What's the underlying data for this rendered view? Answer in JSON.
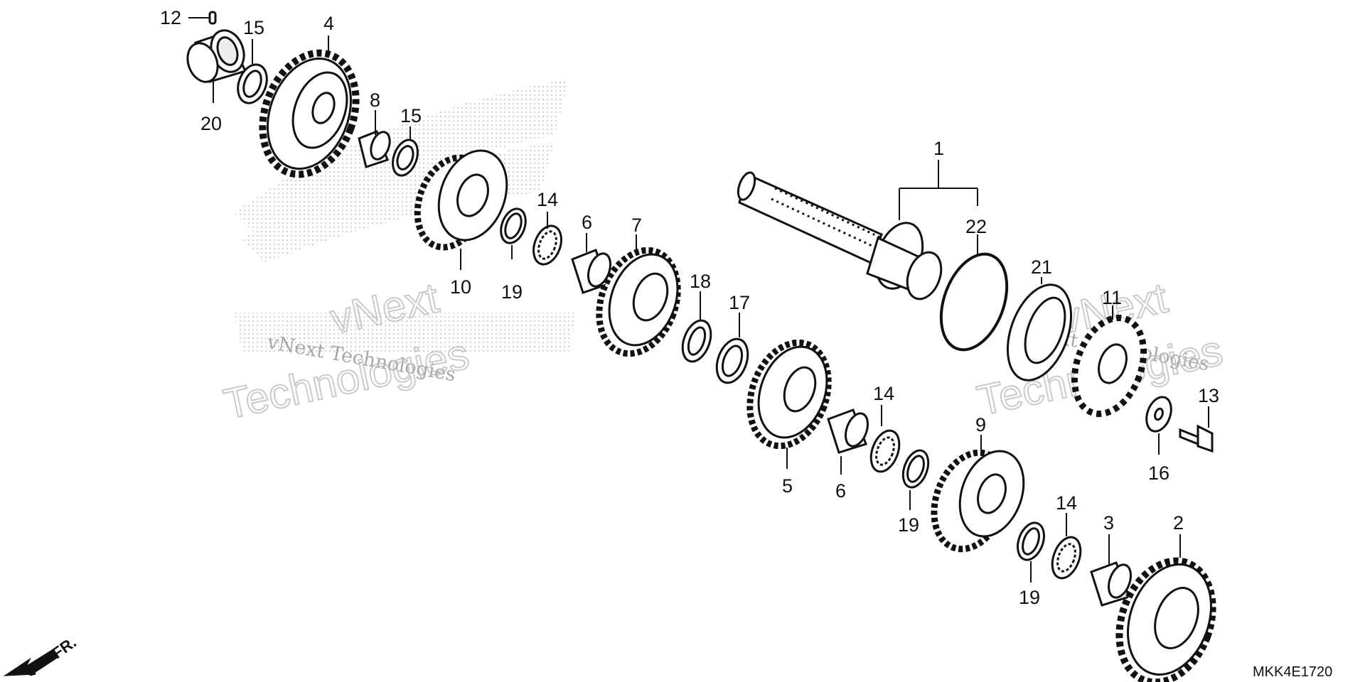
{
  "diagram": {
    "part_code": "MKK4E1720",
    "direction_label": "FR.",
    "watermarks": {
      "small": "vNext Technologies",
      "big_top": "vNext",
      "big_bottom": "Technologies"
    },
    "callouts": [
      "12",
      "15",
      "4",
      "20",
      "8",
      "15",
      "10",
      "14",
      "19",
      "6",
      "7",
      "18",
      "17",
      "1",
      "22",
      "21",
      "11",
      "13",
      "16",
      "5",
      "6",
      "14",
      "9",
      "19",
      "14",
      "3",
      "2",
      "19"
    ]
  }
}
